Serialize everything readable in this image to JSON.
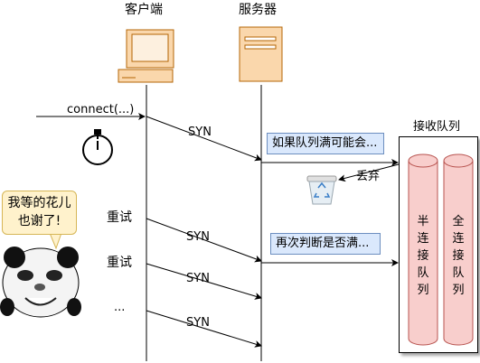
{
  "headers": {
    "client": "客户端",
    "server": "服务器"
  },
  "messages": {
    "connect": "connect(...)",
    "syn1": "SYN",
    "syn2": "SYN",
    "syn3": "SYN",
    "syn4": "SYN",
    "retry1": "重试",
    "retry2": "重试",
    "ellipsis": "...",
    "drop": "丢弃"
  },
  "notes": {
    "full_check": "如果队列满可能会...",
    "recheck": "再次判断是否满..."
  },
  "queues": {
    "title": "接收队列",
    "half": "半连接队列",
    "full": "全连接队列"
  },
  "bubble": {
    "line1": "我等的花儿",
    "line2": "也谢了!"
  },
  "colors": {
    "note_fill": "#dae8fc",
    "note_border": "#6c8ebf",
    "queue_fill": "#f8cecc",
    "queue_border": "#b85450",
    "bubble_fill": "#fff2cc",
    "bubble_border": "#d6b656",
    "device_fill": "#fad7ac",
    "device_border": "#b46504"
  },
  "icons": {
    "client": "desktop-computer-icon",
    "server": "server-tower-icon",
    "timer": "stopwatch-icon",
    "trash": "recycle-bin-icon",
    "avatar": "panda-face-meme-icon"
  }
}
